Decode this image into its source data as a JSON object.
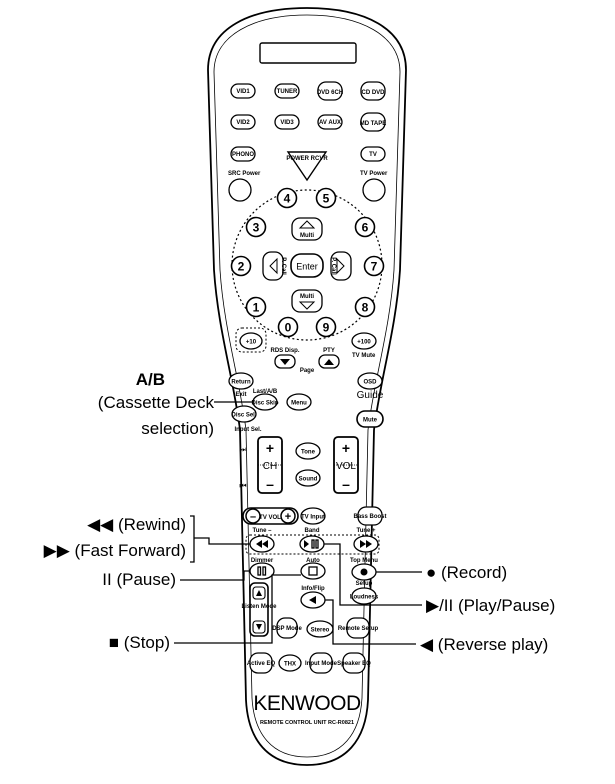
{
  "remote": {
    "row1": [
      "VID1",
      "TUNER",
      "DVD 6CH",
      "CD DVD"
    ],
    "row2": [
      "VID2",
      "VID3",
      "AV AUX",
      "MD TAPE"
    ],
    "phono": "PHONO",
    "tv": "TV",
    "power": "POWER RCVR",
    "src_power": "SRC Power",
    "tv_power": "TV Power",
    "numbers": [
      "4",
      "5",
      "3",
      "6",
      "2",
      "7",
      "1",
      "8",
      "0",
      "9"
    ],
    "multi_up": "Multi",
    "multi_down": "Multi",
    "enter": "Enter",
    "p_call_left": "P. Call",
    "p_call_right": "P. Call",
    "plus10": "+10",
    "plus100": "+100",
    "tv_mute": "TV Mute",
    "rds_disp": "RDS Disp.",
    "pty": "PTY",
    "page": "Page",
    "return": "Return",
    "exit": "Exit",
    "last_ab": "Last/A/B",
    "disc_skip": "Disc Skip",
    "menu": "Menu",
    "osd": "OSD",
    "guide": "Guide",
    "disc_sel": "Disc Sel.",
    "input_sel": "Input Sel.",
    "mute": "Mute",
    "skip_next": "⏭",
    "skip_prev": "⏮",
    "ch": "CH",
    "vol": "VOL",
    "plus": "+",
    "minus": "–",
    "tone": "Tone",
    "sound": "Sound",
    "tv_vol": "TV VOL",
    "tv_input": "TV Input",
    "bass_boost": "Bass Boost",
    "tune_minus": "Tune –",
    "band": "Band",
    "tune_plus": "Tune +",
    "dimmer": "Dimmer",
    "auto": "Auto",
    "top_menu": "Top Menu",
    "setup": "Setup",
    "loudness": "Loudness",
    "listen_mode": "Listen Mode",
    "info_flip": "Info/Flip",
    "dsp_mode": "DSP Mode",
    "stereo": "Stereo",
    "remote_setup": "Remote Setup",
    "active_eq": "Active EQ",
    "thx": "THX",
    "input_mode": "Input Mode",
    "speaker_eq": "Speaker EQ",
    "brand": "KENWOOD",
    "model": "REMOTE CONTROL UNIT RC-R0821"
  },
  "callouts": {
    "ab_title": "A/B",
    "ab_line1": "(Cassette Deck",
    "ab_line2": "selection)",
    "rewind": "◀◀ (Rewind)",
    "fast_forward": "▶▶ (Fast Forward)",
    "pause": "II (Pause)",
    "stop": "■ (Stop)",
    "record": "● (Record)",
    "play_pause": "▶/II (Play/Pause)",
    "reverse_play": "◀ (Reverse play)"
  }
}
